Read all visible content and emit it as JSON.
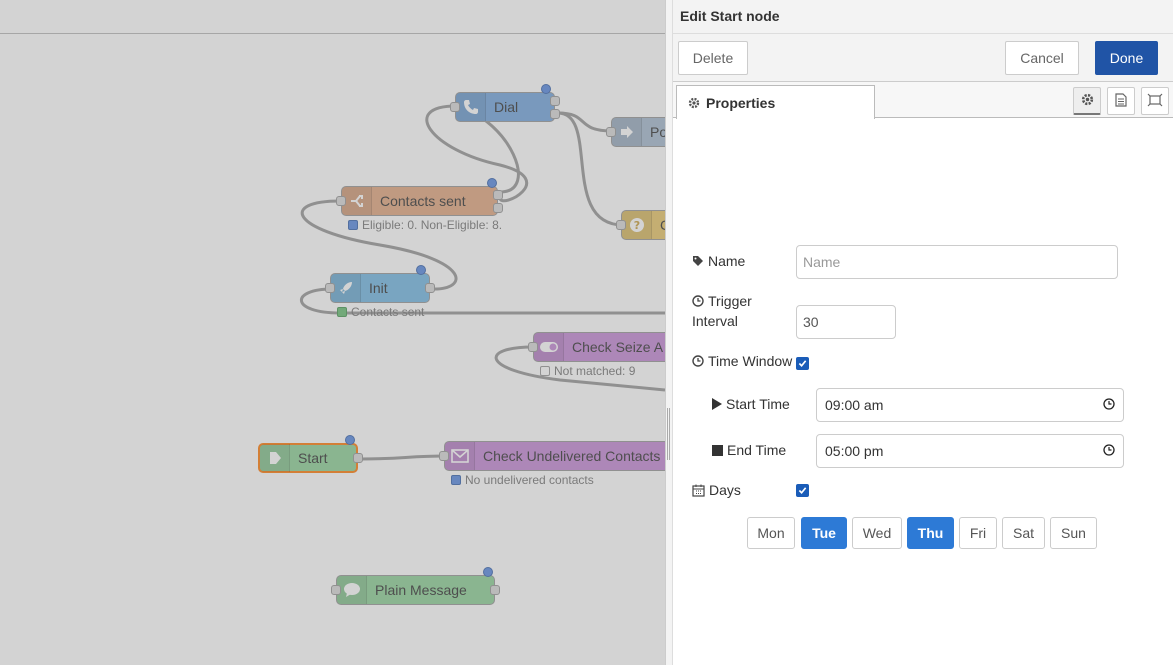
{
  "canvas": {
    "nodes": {
      "dial": {
        "label": "Dial"
      },
      "post": {
        "label": "Po"
      },
      "contacts_sent": {
        "label": "Contacts sent",
        "status": "Eligible: 0. Non-Eligible: 8."
      },
      "switch_q": {
        "label": "C"
      },
      "init": {
        "label": "Init",
        "status": "Contacts sent"
      },
      "check_seize": {
        "label": "Check Seize A",
        "status": "Not matched: 9"
      },
      "start": {
        "label": "Start"
      },
      "check_undelivered": {
        "label": "Check Undelivered Contacts",
        "status": "No undelivered contacts"
      },
      "plain_message": {
        "label": "Plain Message"
      }
    }
  },
  "tray": {
    "title": "Edit Start node",
    "delete_label": "Delete",
    "cancel_label": "Cancel",
    "done_label": "Done",
    "tab_label": "Properties",
    "form": {
      "name_label": "Name",
      "name_placeholder": "Name",
      "name_value": "",
      "interval_label_1": "Trigger",
      "interval_label_2": "Interval",
      "interval_value": "30",
      "time_window_label": "Time Window",
      "start_time_label": "Start Time",
      "start_time_value": "09:00 am",
      "end_time_label": "End Time",
      "end_time_value": "05:00 pm",
      "days_label": "Days"
    },
    "days": [
      {
        "label": "Mon",
        "on": false
      },
      {
        "label": "Tue",
        "on": true
      },
      {
        "label": "Wed",
        "on": false
      },
      {
        "label": "Thu",
        "on": true
      },
      {
        "label": "Fri",
        "on": false
      },
      {
        "label": "Sat",
        "on": false
      },
      {
        "label": "Sun",
        "on": false
      }
    ]
  },
  "colors": {
    "primary": "#2054a6",
    "day_selected": "#2d7ad6",
    "checkbox": "#1a5cb8"
  }
}
